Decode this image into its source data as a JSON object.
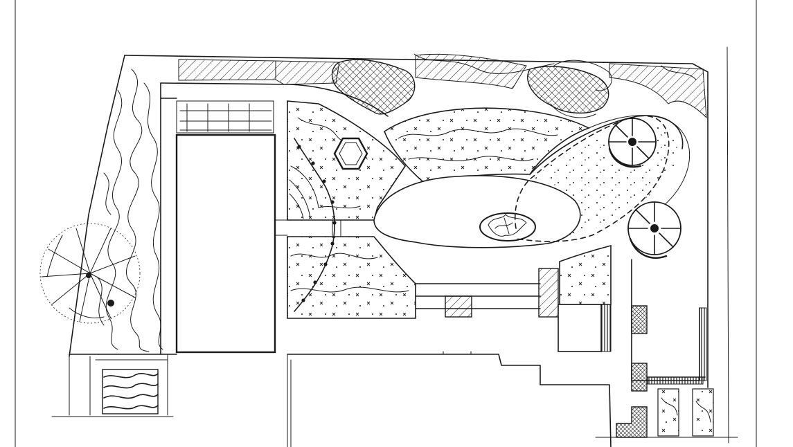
{
  "figure": {
    "kind": "garden landscape plan sketch",
    "printed_text": [],
    "colors": {
      "ink": "#1a1a1a",
      "paper": "#ffffff"
    }
  },
  "elements": {
    "rose_bed_count": 2,
    "stepping_stone_paths": 2,
    "hatched_paving_blocks": 6
  }
}
